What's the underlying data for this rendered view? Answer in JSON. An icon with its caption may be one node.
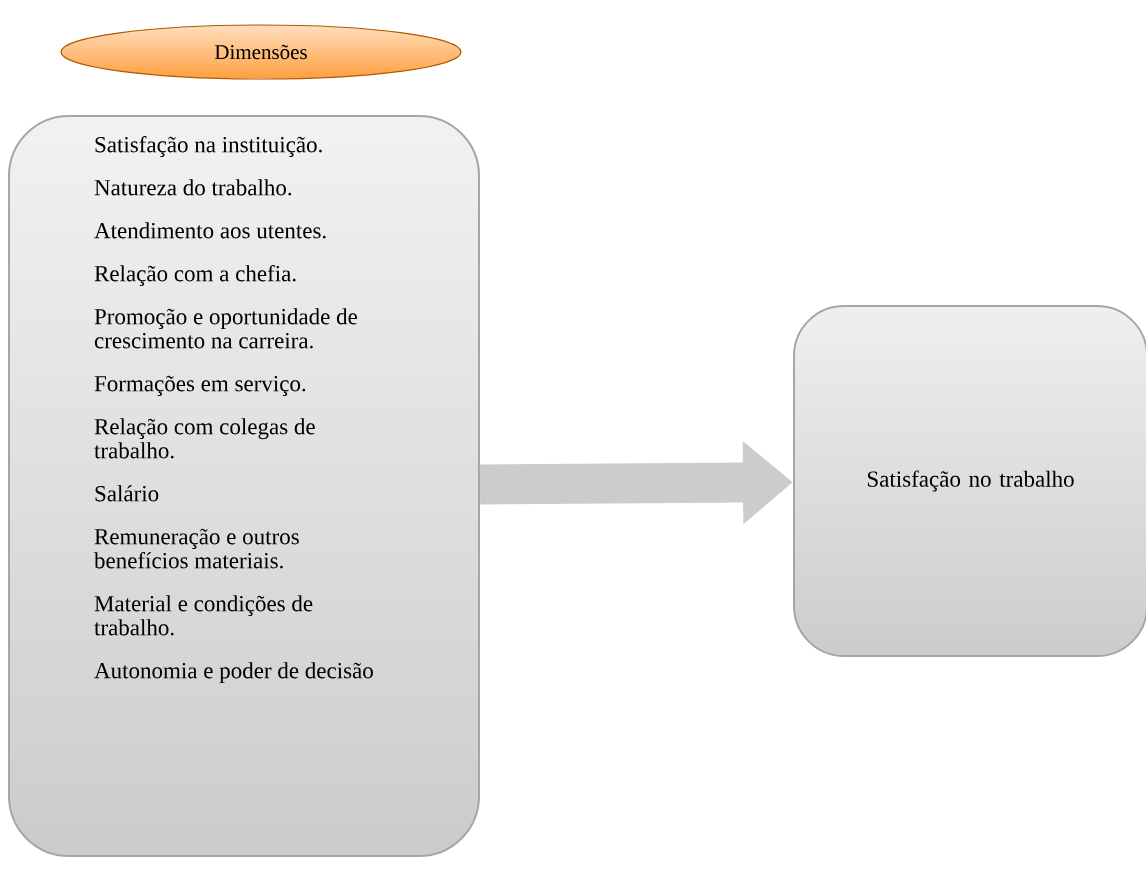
{
  "diagram": {
    "nodes": [
      {
        "text": [
          "Dimensões"
        ]
      },
      {
        "text": [
          "Satisfação na instituição.",
          "Natureza do trabalho.",
          "Atendimento aos utentes.",
          "Relação com a chefia.",
          "Promoção e oportunidade de crescimento na carreira.",
          "Formações em serviço.",
          "Relação com colegas de trabalho.",
          "Salário",
          "Remuneração e outros benefícios materiais.",
          "Material e condições de trabalho.",
          "Autonomia e poder de decisão"
        ]
      },
      {
        "text": [
          "Satisfação no trabalho"
        ]
      }
    ],
    "edges": [
      {
        "from": 1,
        "to": 2,
        "arrow": "to"
      }
    ]
  }
}
